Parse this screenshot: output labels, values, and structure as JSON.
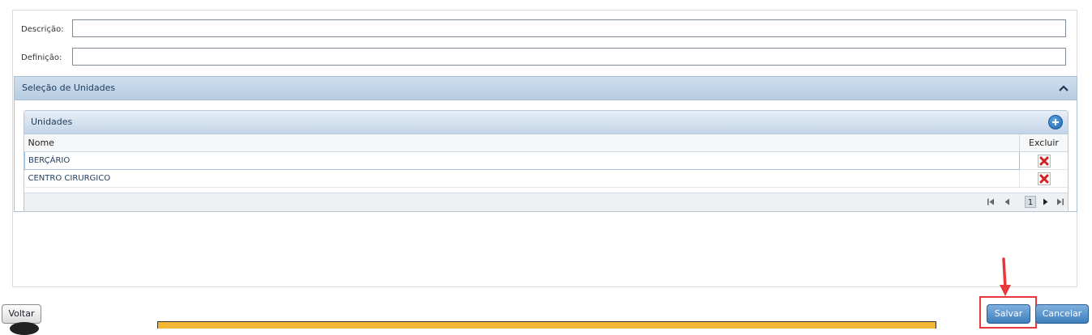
{
  "form": {
    "descricao_label": "Descrição:",
    "descricao_value": "",
    "definicao_label": "Definição:",
    "definicao_value": ""
  },
  "section": {
    "title": "Seleção de Unidades",
    "grid": {
      "title": "Unidades",
      "columns": [
        "Nome",
        "Excluir"
      ],
      "rows": [
        {
          "nome": "BERÇÁRIO"
        },
        {
          "nome": "CENTRO CIRURGICO"
        }
      ],
      "pager": {
        "current_page": "1"
      }
    }
  },
  "buttons": {
    "voltar": "Voltar",
    "salvar": "Salvar",
    "cancelar": "Cancelar"
  },
  "colors": {
    "accent": "#3d7dbd",
    "highlight": "#e8383d",
    "delete": "#d42020"
  }
}
